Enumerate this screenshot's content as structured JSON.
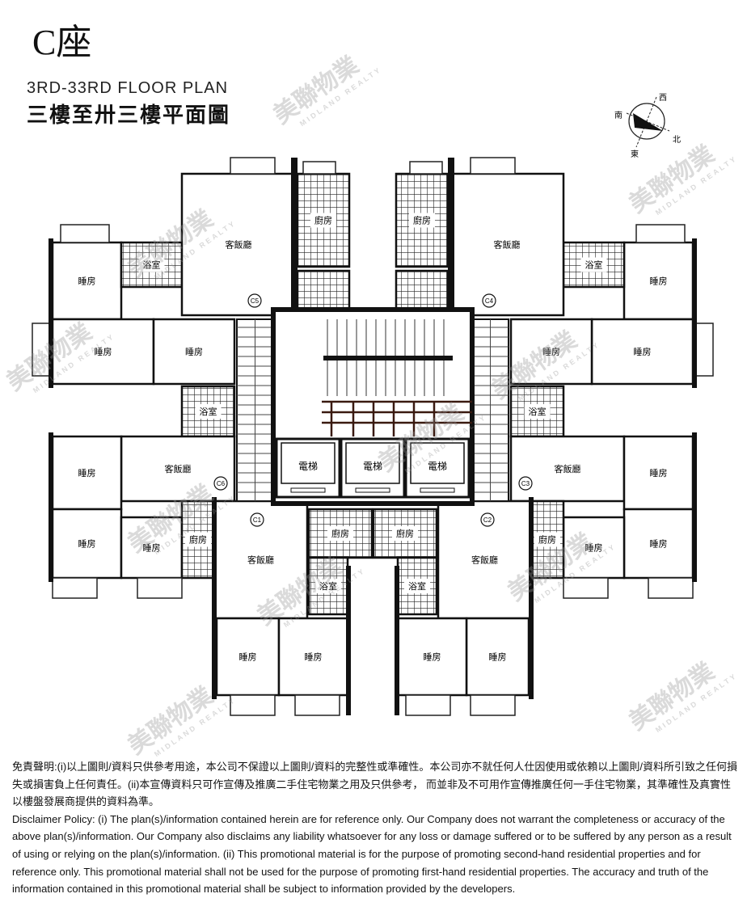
{
  "title": {
    "block": "C座",
    "floor_en": "3RD-33RD FLOOR PLAN",
    "floor_zh": "三樓至卅三樓平面圖"
  },
  "compass": {
    "top": "西",
    "left": "南",
    "right": "北",
    "bottom": "東"
  },
  "rooms": {
    "bedroom": "睡房",
    "living_dining": "客飯廳",
    "kitchen": "廚房",
    "bathroom": "浴室",
    "lift": "電梯"
  },
  "flats": {
    "c1": "C1",
    "c2": "C2",
    "c3": "C3",
    "c4": "C4",
    "c5": "C5",
    "c6": "C6"
  },
  "watermark": {
    "zh": "美聯物業",
    "en": "MIDLAND REALTY"
  },
  "disclaimer": {
    "zh": "免責聲明:(i)以上圖則/資料只供參考用途，本公司不保證以上圖則/資料的完整性或準確性。本公司亦不就任何人仕因使用或依賴以上圖則/資料所引致之任何損失或損害負上任何責任。(ii)本宣傳資料只可作宣傳及推廣二手住宅物業之用及只供參考， 而並非及不可用作宣傳推廣任何一手住宅物業，其準確性及真實性以樓盤發展商提供的資料為準。",
    "en": "Disclaimer Policy: (i) The plan(s)/information contained herein are for reference only. Our Company does not warrant the completeness or accuracy of the above plan(s)/information. Our Company also disclaims any liability whatsoever for any loss or damage suffered or to be suffered by any person as a result of using or relying on the plan(s)/information. (ii) This promotional material is for the purpose of promoting second-hand residential properties and for reference only. This promotional material shall not be used for the purpose of promoting first-hand residential properties. The accuracy and truth of the information contained in this promotional material shall be subject to information provided by the developers."
  }
}
